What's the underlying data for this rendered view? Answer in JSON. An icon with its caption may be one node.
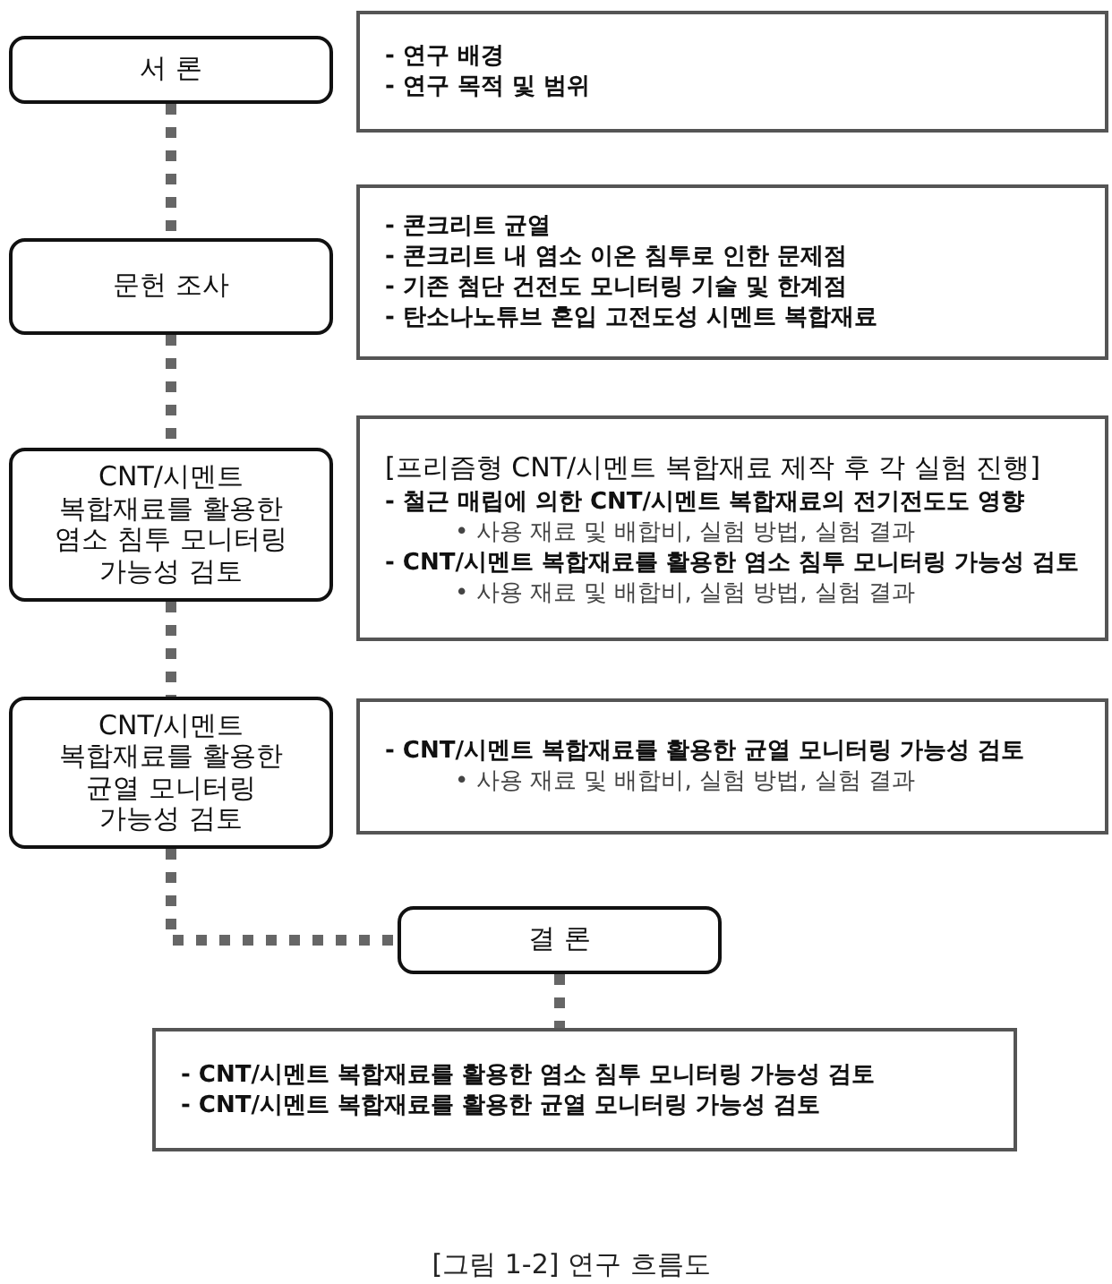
{
  "diagram": {
    "caption": "[그림 1-2] 연구 흐름도",
    "nodes": [
      {
        "text": [
          "서 론"
        ]
      },
      {
        "text": [
          "- 연구 배경",
          "- 연구 목적 및 범위"
        ]
      },
      {
        "text": [
          "문헌 조사"
        ]
      },
      {
        "text": [
          "- 콘크리트 균열",
          "- 콘크리트 내 염소 이온 침투로 인한 문제점",
          "- 기존 첨단 건전도 모니터링 기술 및 한계점",
          "- 탄소나노튜브 혼입 고전도성 시멘트 복합재료"
        ]
      },
      {
        "text": [
          "CNT/시멘트 복합재료를 활용한 염소 침투 모니터링 가능성 검토"
        ]
      },
      {
        "text": [
          "[프리즘형 CNT/시멘트 복합재료 제작 후 각 실험 진행]",
          "- 철근 매립에 의한 CNT/시멘트 복합재료의 전기전도도 영향",
          "• 사용 재료 및 배합비, 실험 방법, 실험 결과",
          "- CNT/시멘트 복합재료를 활용한 염소 침투 모니터링 가능성 검토",
          "• 사용 재료 및 배합비, 실험 방법, 실험 결과"
        ]
      },
      {
        "text": [
          "CNT/시멘트 복합재료를 활용한 균열 모니터링 가능성 검토"
        ]
      },
      {
        "text": [
          "- CNT/시멘트 복합재료를 활용한 균열 모니터링 가능성 검토",
          "• 사용 재료 및 배합비, 실험 방법, 실험 결과"
        ]
      },
      {
        "text": [
          "결 론"
        ]
      },
      {
        "text": [
          "- CNT/시멘트 복합재료를 활용한 염소 침투 모니터링 가능성 검토",
          "- CNT/시멘트 복합재료를 활용한 균열 모니터링 가능성 검토"
        ]
      }
    ],
    "edges": [
      {
        "from": 0,
        "to": 2,
        "arrow": "none",
        "style": "dashed"
      },
      {
        "from": 2,
        "to": 4,
        "arrow": "none",
        "style": "dashed"
      },
      {
        "from": 4,
        "to": 6,
        "arrow": "none",
        "style": "dashed"
      },
      {
        "from": 6,
        "to": 8,
        "arrow": "none",
        "style": "dashed"
      },
      {
        "from": 8,
        "to": 9,
        "arrow": "none",
        "style": "dashed"
      }
    ]
  }
}
